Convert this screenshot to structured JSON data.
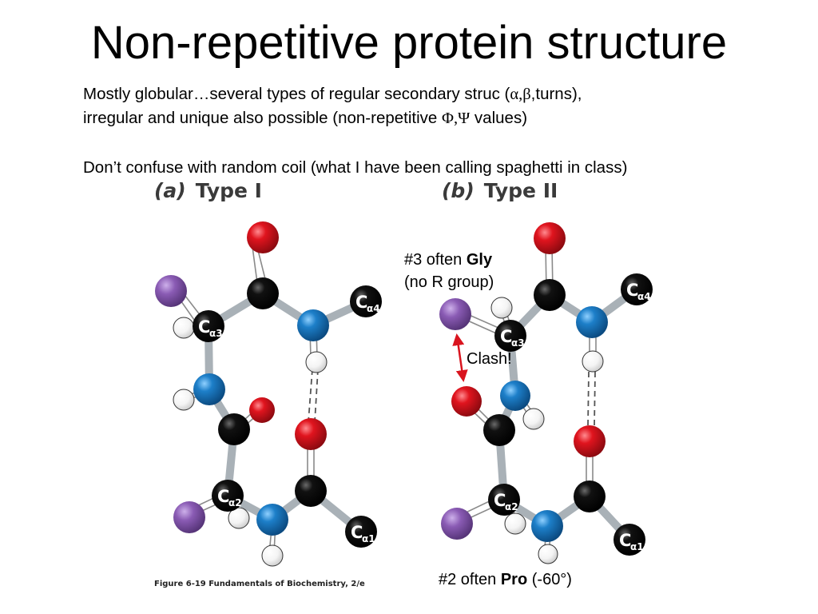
{
  "slide": {
    "title": "Non-repetitive protein structure",
    "line1a": "Mostly globular…several types of regular secondary struc (",
    "line1_greek": "α,β",
    "line1b": ",turns),",
    "line2a": "irregular and unique also possible (non-repetitive ",
    "line2_greek": "Φ,Ψ",
    "line2b": " values)",
    "line3": "Don’t confuse with random coil (what I have been calling spaghetti in class)"
  },
  "panels": {
    "a_letter": "(a)",
    "a_name": "Type I",
    "b_letter": "(b)",
    "b_name": "Type II"
  },
  "annotations": {
    "gly_prefix": "#3 often ",
    "gly_bold": "Gly",
    "gly_line2": "(no R group)",
    "clash": "Clash!",
    "pro_prefix": "#2 often ",
    "pro_bold": "Pro",
    "pro_suffix": " (-60°)"
  },
  "figure_caption": "Figure 6-19  Fundamentals of Biochemistry, 2/e",
  "calpha_labels": {
    "c": "C",
    "a1": "α1",
    "a2": "α2",
    "a3": "α3",
    "a4": "α4"
  },
  "atom_colors": {
    "oxygen": "#e0141e",
    "nitrogen": "#1d7fc9",
    "carbon": "#111111",
    "hydrogen": "#ffffff",
    "side_chain": "#8a5bb4",
    "bond": "#a9b1b7",
    "clash_arrow": "#d9141e"
  }
}
